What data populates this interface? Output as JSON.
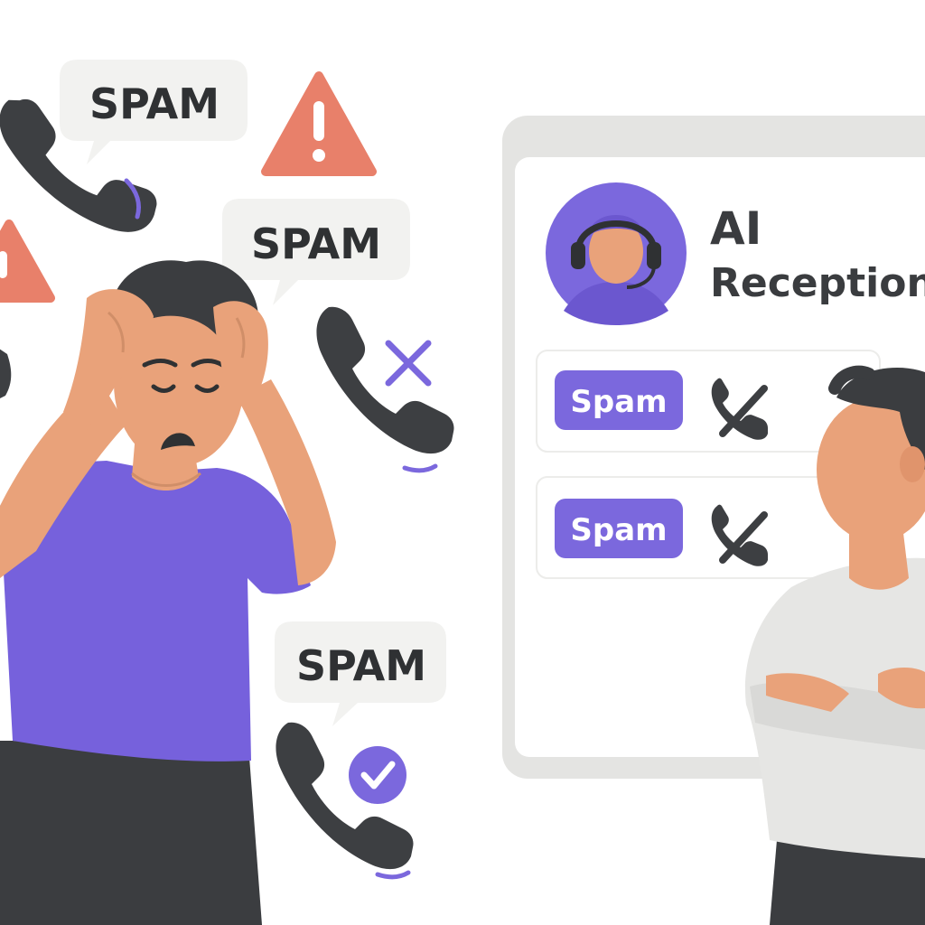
{
  "scene": {
    "spam_bubbles": [
      "SPAM",
      "SPAM",
      "SPAM"
    ],
    "ai_panel": {
      "title_line1": "AI",
      "title_line2": "Reception",
      "rows": [
        {
          "label": "Spam",
          "icon": "declined-call-icon"
        },
        {
          "label": "Spam",
          "icon": "declined-call-icon"
        }
      ]
    }
  },
  "colors": {
    "accent_purple": "#7b68dd",
    "warning_coral": "#e8806a",
    "phone_dark": "#3d3f42",
    "skin": "#e9a27a",
    "bubble_bg": "#f2f2f0"
  }
}
